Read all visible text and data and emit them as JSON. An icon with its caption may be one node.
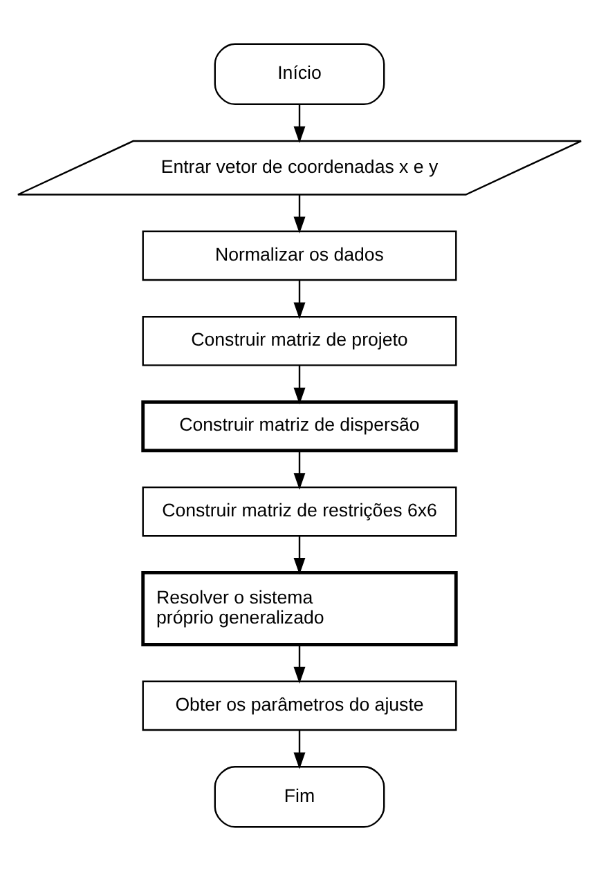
{
  "diagram": {
    "nodes": [
      {
        "text": [
          "Início"
        ]
      },
      {
        "text": [
          "Entrar vetor de coordenadas x e y"
        ]
      },
      {
        "text": [
          "Normalizar os dados"
        ]
      },
      {
        "text": [
          "Construir matriz de projeto"
        ]
      },
      {
        "text": [
          "Construir matriz de dispersão"
        ]
      },
      {
        "text": [
          "Construir matriz de restrições 6x6"
        ]
      },
      {
        "text": [
          "Resolver o sistema próprio generalizado"
        ]
      },
      {
        "text": [
          "Obter os parâmetros do ajuste"
        ]
      },
      {
        "text": [
          "Fim"
        ]
      }
    ],
    "edges": [
      {
        "from": 0,
        "to": 1,
        "arrow": "to"
      },
      {
        "from": 1,
        "to": 2,
        "arrow": "to"
      },
      {
        "from": 2,
        "to": 3,
        "arrow": "to"
      },
      {
        "from": 3,
        "to": 4,
        "arrow": "to"
      },
      {
        "from": 4,
        "to": 5,
        "arrow": "to"
      },
      {
        "from": 5,
        "to": 6,
        "arrow": "to"
      },
      {
        "from": 6,
        "to": 7,
        "arrow": "to"
      },
      {
        "from": 7,
        "to": 8,
        "arrow": "to"
      }
    ]
  }
}
